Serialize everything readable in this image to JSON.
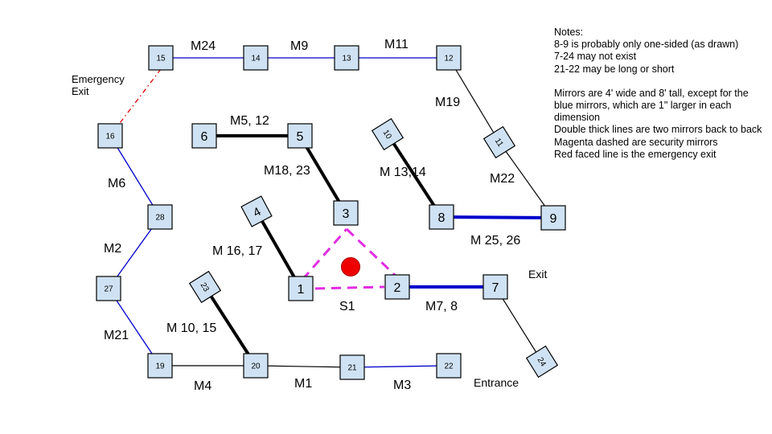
{
  "nodes": {
    "n1": "1",
    "n2": "2",
    "n3": "3",
    "n4": "4",
    "n5": "5",
    "n6": "6",
    "n7": "7",
    "n8": "8",
    "n9": "9",
    "n10": "10",
    "n11": "11",
    "n12": "12",
    "n13": "13",
    "n14": "14",
    "n15": "15",
    "n16": "16",
    "n19": "19",
    "n20": "20",
    "n21": "21",
    "n22": "22",
    "n23": "23",
    "n24": "24",
    "n27": "27",
    "n28": "28"
  },
  "edge_labels": {
    "m24": "M24",
    "m9": "M9",
    "m11": "M11",
    "m19": "M19",
    "m22": "M22",
    "m5_12": "M5, 12",
    "m18_23": "M18, 23",
    "m13_14": "M 13,14",
    "m25_26": "M 25, 26",
    "m16_17": "M 16, 17",
    "m6": "M6",
    "m2": "M2",
    "m21": "M21",
    "m10_15": "M 10, 15",
    "m4": "M4",
    "m1": "M1",
    "m3": "M3",
    "m7_8": "M7, 8",
    "s1": "S1"
  },
  "places": {
    "emergency_exit_line1": "Emergency",
    "emergency_exit_line2": "Exit",
    "exit": "Exit",
    "entrance": "Entrance"
  },
  "notes": {
    "heading": "Notes:",
    "l1": "8-9 is probably only one-sided (as drawn)",
    "l2": "7-24 may not exist",
    "l3": "21-22 may be long or short",
    "l4": "Mirrors are 4' wide and 8' tall, except for the blue mirrors, which are 1\" larger in each dimension",
    "l5": "Double thick lines are two mirrors back to back",
    "l6": "Magenta dashed are security mirrors",
    "l7": "Red faced line is the emergency exit"
  },
  "colors": {
    "node_fill": "#cfe2f3",
    "blue_mirror": "#0000cc",
    "security_mirror": "#e22ce2",
    "emergency_exit": "#dd0000",
    "center_marker": "#ee0000"
  }
}
